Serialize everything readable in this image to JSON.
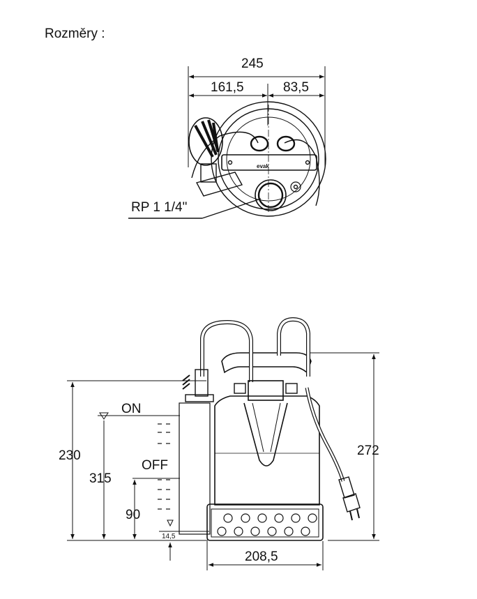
{
  "title": "Rozměry :",
  "top_view": {
    "dim_total": "245",
    "dim_left": "161,5",
    "dim_right": "83,5",
    "thread": "RP 1 1/4\"",
    "logo": "evak"
  },
  "side_view": {
    "height_outlet": "230",
    "height_total": "272",
    "level_on": "ON",
    "level_off": "OFF",
    "range_on": "315",
    "range_off": "90",
    "min_level": "14,5",
    "base_width": "208,5"
  }
}
